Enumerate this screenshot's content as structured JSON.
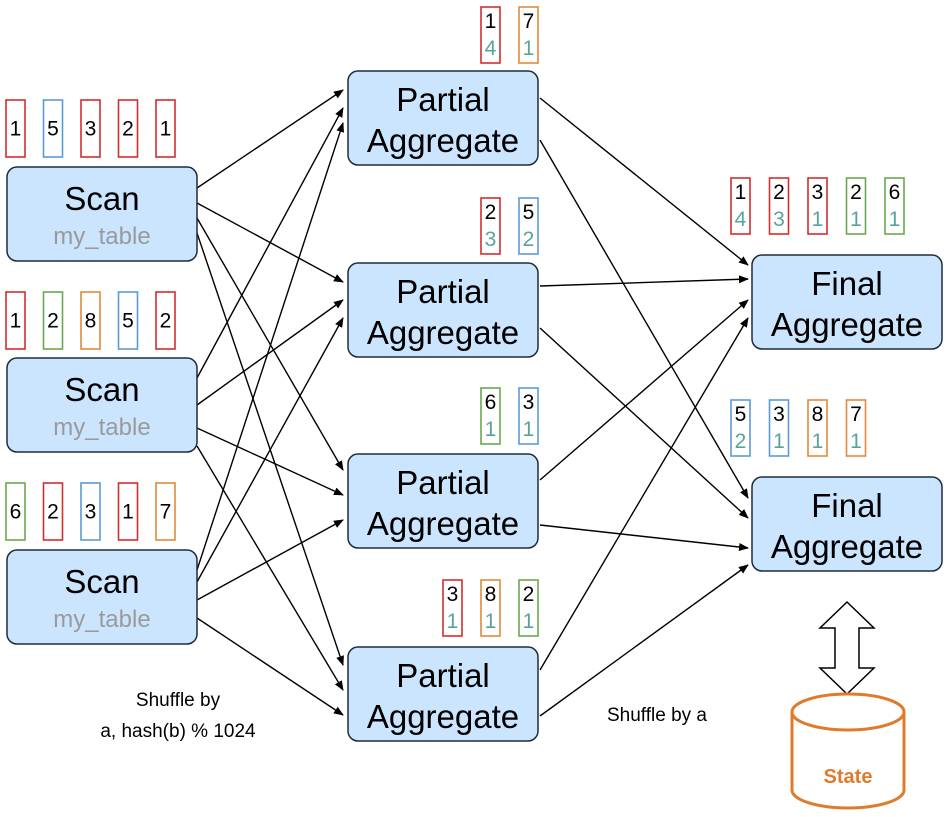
{
  "nodes": {
    "scan_title": "Scan",
    "scan_sub": "my_table",
    "partial_l1": "Partial",
    "partial_l2": "Aggregate",
    "final_l1": "Final",
    "final_l2": "Aggregate",
    "state": "State"
  },
  "labels": {
    "shuffle_left_1": "Shuffle by",
    "shuffle_left_2": "a, hash(b) % 1024",
    "shuffle_right": "Shuffle by a"
  },
  "colors": {
    "red": "#d32f2f",
    "blue": "#5b9bd5",
    "green": "#6aa84f",
    "orange": "#e08a3c",
    "node_fill": "#cce5ff",
    "count_text": "#5aa39a",
    "state": "#e07b2b"
  },
  "scan_tokens": [
    [
      {
        "v": "1",
        "c": "red"
      },
      {
        "v": "5",
        "c": "blue"
      },
      {
        "v": "3",
        "c": "red"
      },
      {
        "v": "2",
        "c": "red"
      },
      {
        "v": "1",
        "c": "red"
      }
    ],
    [
      {
        "v": "1",
        "c": "red"
      },
      {
        "v": "2",
        "c": "green"
      },
      {
        "v": "8",
        "c": "orange"
      },
      {
        "v": "5",
        "c": "blue"
      },
      {
        "v": "2",
        "c": "red"
      }
    ],
    [
      {
        "v": "6",
        "c": "green"
      },
      {
        "v": "2",
        "c": "red"
      },
      {
        "v": "3",
        "c": "blue"
      },
      {
        "v": "1",
        "c": "red"
      },
      {
        "v": "7",
        "c": "orange"
      }
    ]
  ],
  "partial_tokens": [
    [
      {
        "v": "1",
        "n": "4",
        "c": "red"
      },
      {
        "v": "7",
        "n": "1",
        "c": "orange"
      }
    ],
    [
      {
        "v": "2",
        "n": "3",
        "c": "red"
      },
      {
        "v": "5",
        "n": "2",
        "c": "blue"
      }
    ],
    [
      {
        "v": "6",
        "n": "1",
        "c": "green"
      },
      {
        "v": "3",
        "n": "1",
        "c": "blue"
      }
    ],
    [
      {
        "v": "3",
        "n": "1",
        "c": "red"
      },
      {
        "v": "8",
        "n": "1",
        "c": "orange"
      },
      {
        "v": "2",
        "n": "1",
        "c": "green"
      }
    ]
  ],
  "final_tokens": [
    [
      {
        "v": "1",
        "n": "4",
        "c": "red"
      },
      {
        "v": "2",
        "n": "3",
        "c": "red"
      },
      {
        "v": "3",
        "n": "1",
        "c": "red"
      },
      {
        "v": "2",
        "n": "1",
        "c": "green"
      },
      {
        "v": "6",
        "n": "1",
        "c": "green"
      }
    ],
    [
      {
        "v": "5",
        "n": "2",
        "c": "blue"
      },
      {
        "v": "3",
        "n": "1",
        "c": "blue"
      },
      {
        "v": "8",
        "n": "1",
        "c": "orange"
      },
      {
        "v": "7",
        "n": "1",
        "c": "orange"
      }
    ]
  ]
}
